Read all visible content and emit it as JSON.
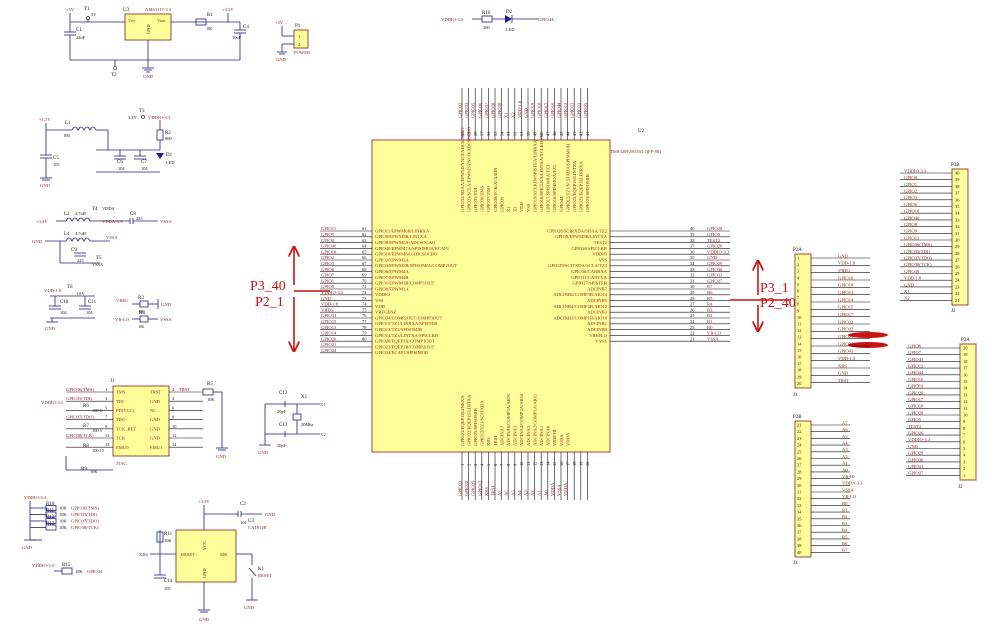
{
  "colors": {
    "component_fill": "#ffff99",
    "outline": "#8b1a1a",
    "wire": "#1f1f8c",
    "annotation": "#cc1111"
  },
  "regulator": {
    "ref": "U3",
    "part": "AMS1117-3.3",
    "pin_vin": "Vin",
    "pin_vout": "Vout",
    "pin_gnd": "GND",
    "in_rail": "+5V",
    "out_rail": "+3.3V",
    "t1": "T1",
    "t1_label": "5V",
    "t2": "T2",
    "c1": "C1",
    "c1_val": "22uF",
    "r1": "R1",
    "r1_val": "0K",
    "c4": "C4",
    "c4_val": "10uF",
    "gnd": "GND"
  },
  "power_header": {
    "ref": "P1",
    "rail": "+5V",
    "pin1": "1",
    "pin2": "2",
    "name": "POWER",
    "gnd": "GND"
  },
  "led_block": {
    "net_in": "VDDIO-3.3",
    "r": "R16",
    "r_val": "300",
    "d": "D2",
    "d_name": "LED",
    "net_out": "GPIO44"
  },
  "filter_block": {
    "rail": "+1.5V",
    "l1": "L1",
    "l1_val": "88I",
    "c5": "C5",
    "c5_val": "105",
    "c6": "C6",
    "c6_val": "104",
    "c7": "C7",
    "c7_val": "104",
    "t3": "T3",
    "t3_v": "3.3V",
    "net": "VDDIO-3.3",
    "r2": "R2",
    "r2_val": "800",
    "d1": "D1",
    "d1_name": "LED",
    "gnd": "GND"
  },
  "analog_block": {
    "rail": "+3.3V",
    "l2": "L2",
    "l2_val": "4.7uH",
    "t4": "T4",
    "t4_name": "VDDA",
    "c8": "C8",
    "c8_val": "225",
    "vdda33": "VDDA-3.3",
    "vssa": "VSSA",
    "gnd": "GND",
    "l4": "L4",
    "l4_val": "4.7uH",
    "c9": "C9",
    "c9_val": "225",
    "t5": "T5",
    "t5_name": "VSSA",
    "vssa2": "VSSA"
  },
  "core_block": {
    "rail": "VDD-1.8",
    "t6": "T6",
    "t6_v": "1.8V",
    "c10": "C10",
    "c10_val": "104",
    "c11": "C11",
    "c11_val": "104",
    "gnd": "GND",
    "vreg": "VREG",
    "r3": "R3",
    "r3_val": "0K",
    "vrlo": "VR-LO",
    "r4": "R4",
    "r4_val": "0K",
    "vssa": "VSSA",
    "gnd2": "GND"
  },
  "mcu": {
    "ref": "U2",
    "part": "TMS320F28035(LQFP-80)",
    "left_pins": [
      {
        "net": "GPIO11",
        "fn": "GPIO11/EPWM6B/LINRXA",
        "n": "61"
      },
      {
        "net": "GPIO9",
        "fn": "GPIO9/EPWM5B/LINTXA",
        "n": "62"
      },
      {
        "net": "GPIO8",
        "fn": "GPIO8/EPWM5A/ADCSOCAO",
        "n": "63"
      },
      {
        "net": "GPIO40",
        "fn": "GPIO40/EPWM7A/SPISIMOA/ECAP1",
        "n": "64"
      },
      {
        "net": "GPIO10",
        "fn": "GPIO10/EPWM6A/ADCSOCBO",
        "n": "65"
      },
      {
        "net": "GPIO2",
        "fn": "GPIO2/EPWM2A",
        "n": "66"
      },
      {
        "net": "GPIO3",
        "fn": "GPIO3/EPWM2B/SPISOMIA/COMP2OUT",
        "n": "67"
      },
      {
        "net": "GPIO6",
        "fn": "GPIO6/EPWM4A",
        "n": "68"
      },
      {
        "net": "GPIO7",
        "fn": "GPIO7/EPWM4B",
        "n": "69"
      },
      {
        "net": "GPIO1",
        "fn": "GPIO1/EPWM1B/COMP1OUT",
        "n": "70"
      },
      {
        "net": "GPIO0",
        "fn": "GPIO0/EPWM1A",
        "n": "71"
      },
      {
        "net": "VDDIO-3.3",
        "fn": "VDDIO",
        "n": "72"
      },
      {
        "net": "GND",
        "fn": "VSS",
        "n": "73"
      },
      {
        "net": "VDD-1.8",
        "fn": "VDD",
        "n": "74"
      },
      {
        "net": "VREG",
        "fn": "VREGENZ",
        "n": "75"
      },
      {
        "net": "GPIO34",
        "fn": "GPIO34/COMP2OUT/COMP3OUT",
        "n": "76"
      },
      {
        "net": "GPIO15",
        "fn": "GPIO15/TZ1/LINRXA/SPISTEB",
        "n": "77"
      },
      {
        "net": "GPIO13",
        "fn": "GPIO13/TZ2/SPISOMIB",
        "n": "78"
      },
      {
        "net": "GPIO14",
        "fn": "GPIO14/TZ3/LINTXA/SPICLKB",
        "n": "79"
      },
      {
        "net": "GPIO20",
        "fn": "GPIO20/EQEP1A/COMP1OUT",
        "n": "80"
      },
      {
        "net": "GPIO21",
        "fn": "GPIO21/EQEP1B/COMP2OUT",
        "n": ""
      },
      {
        "net": "GPIO24",
        "fn": "GPIO24/ECAP1/SPISIMOB",
        "n": ""
      }
    ],
    "right_pins": [
      {
        "fn": "GPIO28/SCIRXDA/SDAA/TZ2",
        "n": "40",
        "net": "GPIO28"
      },
      {
        "fn": "GPIO9/EPWM5B/LINTXA",
        "n": "39",
        "net": "GPIO9"
      },
      {
        "fn": "TEST2",
        "n": "38",
        "net": "TEST2"
      },
      {
        "fn": "GPIO26/SPICLKB",
        "n": "37",
        "net": "GPIO26"
      },
      {
        "fn": "VDDIO",
        "n": "36",
        "net": "VDDIO-3.3"
      },
      {
        "fn": "VSS",
        "n": "35",
        "net": "GND"
      },
      {
        "fn": "GPIO29/SCITXDA/SCLA/TZ3",
        "n": "34",
        "net": "GPIO29"
      },
      {
        "fn": "GPIO30/CANRXA",
        "n": "33",
        "net": "GPIO30"
      },
      {
        "fn": "GPIO31/CANTXA",
        "n": "32",
        "net": "GPIO31"
      },
      {
        "fn": "GPIO27/SPISTEB",
        "n": "31",
        "net": "GPIO27"
      },
      {
        "fn": "ADCINB7",
        "n": "30",
        "net": "B7"
      },
      {
        "fn": "ADCINB6/COMP3B/AIO14",
        "n": "29",
        "net": "B6"
      },
      {
        "fn": "ADCINB5",
        "n": "28",
        "net": "B5"
      },
      {
        "fn": "ADCINB4/COMP2B/AIO12",
        "n": "27",
        "net": "B4"
      },
      {
        "fn": "ADCINB3",
        "n": "26",
        "net": "B3"
      },
      {
        "fn": "ADCINB2/COMP1B/AIO10",
        "n": "25",
        "net": "B2"
      },
      {
        "fn": "ADCINB1",
        "n": "24",
        "net": "B1"
      },
      {
        "fn": "ADCINB0",
        "n": "23",
        "net": "B0"
      },
      {
        "fn": "VREFLO",
        "n": "22",
        "net": "VR-LO"
      },
      {
        "fn": "VSSA",
        "n": "21",
        "net": "VSSA"
      }
    ],
    "top_pins": [
      {
        "net": "GPIO32",
        "fn": "GPIO32/SDAA/EPWMSYNCI/ADCSOCAO",
        "n": "60"
      },
      {
        "net": "GPIO33",
        "fn": "GPIO33/SCLA/EPWMSYNCO/ADCSOCBO",
        "n": "59"
      },
      {
        "net": "GPIO35",
        "fn": "GPIO35/TDI",
        "n": "58"
      },
      {
        "net": "GPIO36",
        "fn": "GPIO36/TMS",
        "n": "57"
      },
      {
        "net": "GPIO37",
        "fn": "GPIO37/TDO",
        "n": "56"
      },
      {
        "net": "GPIO38",
        "fn": "GPIO38/TCK/XCLKIN",
        "n": "55"
      },
      {
        "net": "GPIO39",
        "fn": "GPIO39",
        "n": "54"
      },
      {
        "net": "X1",
        "fn": "X1",
        "n": "53"
      },
      {
        "net": "X2",
        "fn": "X2",
        "n": "52"
      },
      {
        "net": "VDD-1.8",
        "fn": "VDD",
        "n": "51"
      },
      {
        "net": "GND",
        "fn": "VSS",
        "n": "50"
      },
      {
        "net": "GPIO19",
        "fn": "GPIO19/XCLKIN/SPISTEA/LINRXA",
        "n": "49"
      },
      {
        "net": "GPIO18",
        "fn": "GPIO18/SPICLKA/LINTXA/XCLKOUT",
        "n": "48"
      },
      {
        "net": "GPIO17",
        "fn": "GPIO17/SPISOMIA/TZ3",
        "n": "47"
      },
      {
        "net": "GPIO16",
        "fn": "GPIO16/SPISIMOA/TZ2",
        "n": "46"
      },
      {
        "net": "GPIO44",
        "fn": "GPIO44",
        "n": "45"
      },
      {
        "net": "GPIO12",
        "fn": "GPIO12/TZ1/SCITXDA/SPISIMOB",
        "n": "44"
      },
      {
        "net": "GPIO22",
        "fn": "GPIO22/EQEP1S/LINTXA",
        "n": "43"
      },
      {
        "net": "GPIO23",
        "fn": "GPIO23/EQEP1I/LINRXA",
        "n": "42"
      },
      {
        "net": "GPIO25",
        "fn": "GPIO25/SPISOMIB",
        "n": "41"
      }
    ],
    "bottom_pins": [
      {
        "net": "GPIO23",
        "fn": "GPIO23/EQEP1I/LINRXA",
        "n": "1"
      },
      {
        "net": "GPIO22",
        "fn": "GPIO22/EQEP1S/LINTXA",
        "n": "2"
      },
      {
        "net": "GPIO25",
        "fn": "GPIO25/SPISOMIB",
        "n": "3"
      },
      {
        "net": "GPIO12",
        "fn": "GPIO12/TZ1/SCITXDA",
        "n": "4"
      },
      {
        "net": "XRS",
        "fn": "XRS",
        "n": "5"
      },
      {
        "net": "TRST",
        "fn": "TRST",
        "n": "6"
      },
      {
        "net": "A7",
        "fn": "ADCINA7",
        "n": "7"
      },
      {
        "net": "A6",
        "fn": "ADCINA6/COMP3A/AIO6",
        "n": "8"
      },
      {
        "net": "A5",
        "fn": "ADCINA5",
        "n": "9"
      },
      {
        "net": "A4",
        "fn": "ADCINA4/COMP2A/AIO4",
        "n": "10"
      },
      {
        "net": "A3",
        "fn": "ADCINA3",
        "n": "11"
      },
      {
        "net": "A2",
        "fn": "ADCINA2/COMP1A/AIO2",
        "n": "12"
      },
      {
        "net": "A1",
        "fn": "ADCINA1",
        "n": "13"
      },
      {
        "net": "A0",
        "fn": "ADCINA0",
        "n": "14"
      },
      {
        "net": "VDDA",
        "fn": "VREFHI",
        "n": "15"
      },
      {
        "net": "VSSA",
        "fn": "VSSA",
        "n": "16"
      },
      {
        "net": "VDDA",
        "fn": "VDDA",
        "n": "17"
      },
      {
        "net": "",
        "fn": "",
        "n": "18"
      },
      {
        "net": "",
        "fn": "",
        "n": "19"
      },
      {
        "net": "",
        "fn": "",
        "n": "20"
      }
    ]
  },
  "crystal": {
    "c12": "C12",
    "c12_val": "20pF",
    "c13": "C13",
    "c13_val": "20pF",
    "x": "X1",
    "x_val": "20Mhz",
    "x1": "X1",
    "x2": "X2"
  },
  "jtag": {
    "ref": "J1",
    "name": "JTAG",
    "left": [
      {
        "net": "GPIO36(TMS)",
        "n": "1",
        "pin": "TMS"
      },
      {
        "net": "GPIO35(TDI)",
        "n": "3",
        "pin": "TDI"
      },
      {
        "net": "",
        "n": "5",
        "pin": "PD(VCC)"
      },
      {
        "net": "GPIO37(TDO)",
        "n": "7",
        "pin": "TDO"
      },
      {
        "net": "",
        "n": "9",
        "pin": "TCK_RET"
      },
      {
        "net": "GPIO38(TCK)",
        "n": "11",
        "pin": "TCK"
      },
      {
        "net": "",
        "n": "13",
        "pin": "EMU0"
      }
    ],
    "right": [
      {
        "pin": "TRST",
        "n": "2",
        "net": "TRST"
      },
      {
        "pin": "GND",
        "n": "4",
        "net": ""
      },
      {
        "pin": "NC",
        "n": "6",
        "net": ""
      },
      {
        "pin": "GND",
        "n": "8",
        "net": ""
      },
      {
        "pin": "GND",
        "n": "10",
        "net": ""
      },
      {
        "pin": "GND",
        "n": "12",
        "net": ""
      },
      {
        "pin": "EMU1",
        "n": "14",
        "net": ""
      }
    ],
    "vddio": "VDDIO-3.3",
    "r5": "R5",
    "r5_val": "10K",
    "r6": "R6",
    "r6_val": "100 5",
    "r7": "R7",
    "r7_val": "100 5",
    "r8": "R8",
    "r8_val": "100 15",
    "r9": "R9",
    "r9_val": "10K",
    "gnd": "GND"
  },
  "pullups": {
    "rail": "VDDIO-3.3",
    "r10": "R10",
    "rows": [
      {
        "r": "R10",
        "val": "10K",
        "net": "GPIO36(TMS)"
      },
      {
        "r": "R11",
        "val": "10K",
        "net": "GPIO35(TDI)"
      },
      {
        "r": "R12",
        "val": "10K",
        "net": "GPIO37(TDO)"
      },
      {
        "r": "R13",
        "val": "10K",
        "net": "GPIO38(TCK)"
      }
    ],
    "vddio2": "VDDIO-3.3",
    "r15": "R15",
    "r15_val": "10K",
    "net15": "GPIO34",
    "gnd": "GND"
  },
  "reset": {
    "rail": "+3.3V",
    "c2": "C2",
    "c2_val": "104",
    "gnd": "GND",
    "u": "U3",
    "part": "CAT811R",
    "pin_vcc": "VCC",
    "pin_reset": "RESET",
    "pin_mr": "MR",
    "pin_gnd": "GND",
    "r11": "R11",
    "r11_val": "10K",
    "xrs": "XRS",
    "c14": "C14",
    "c14_val": "105",
    "k1": "K1",
    "k1_name": "RESET",
    "gnd2": "GND"
  },
  "header_p2a": {
    "ref": "P2A",
    "footer": "J1",
    "rows": [
      {
        "l": "1",
        "net": "GND",
        "r": "2"
      },
      {
        "l": "3",
        "net": "VDD-1.8",
        "r": "4"
      },
      {
        "l": "5",
        "net": "VREG",
        "r": "6"
      },
      {
        "l": "7",
        "net": "GPIO16",
        "r": "8"
      },
      {
        "l": "9",
        "net": "GPIO18",
        "r": "10"
      },
      {
        "l": "11",
        "net": "GPIO13",
        "r": "12"
      },
      {
        "l": "13",
        "net": "GPIO14",
        "r": "14"
      },
      {
        "l": "15",
        "net": "GPIO15",
        "r": "16"
      },
      {
        "l": "17",
        "net": "GPIO17",
        "r": "18"
      },
      {
        "l": "19",
        "net": "GPIO22",
        "r": "20"
      },
      {
        "l": "21",
        "net": "GPIO32",
        "r": "22"
      },
      {
        "l": "23",
        "net": "GPIO23",
        "r": "24"
      },
      {
        "l": "25",
        "net": "GPIO33",
        "r": "26"
      },
      {
        "l": "27",
        "net": "GPIO43",
        "r": "28"
      },
      {
        "l": "29",
        "net": "VDD-1.8",
        "r": "30"
      },
      {
        "l": "31",
        "net": "XRS",
        "r": "32"
      },
      {
        "l": "33",
        "net": "GND",
        "r": "34"
      },
      {
        "l": "35",
        "net": "TRST",
        "r": "36"
      }
    ],
    "left_numbers": [
      "1",
      "2",
      "3",
      "4",
      "5",
      "6",
      "7",
      "8",
      "9",
      "10",
      "11",
      "12",
      "13",
      "14",
      "15",
      "16",
      "17",
      "18",
      "19",
      "20"
    ]
  },
  "header_p2b": {
    "ref": "P2B",
    "footer": "J1",
    "left_numbers": [
      "21",
      "22",
      "23",
      "24",
      "25",
      "26",
      "27",
      "28",
      "29",
      "30",
      "31",
      "32",
      "33",
      "34",
      "35",
      "36",
      "37",
      "38",
      "39",
      "40"
    ],
    "nets": [
      "A7",
      "A6",
      "A5",
      "A4",
      "A3",
      "A2",
      "A1",
      "A0",
      "VR-HI",
      "VDDA-3.3",
      "VSSA",
      "VR-LO",
      "B0",
      "B1",
      "B2",
      "B3",
      "B4",
      "B5",
      "B6",
      "B7"
    ]
  },
  "header_p3b": {
    "ref": "P3B",
    "footer": "J2",
    "nets": [
      "VDDIO-3.3",
      "GPIO0",
      "GPIO1",
      "GPIO2",
      "GPIO3",
      "GPIO6",
      "GPIO10",
      "GPIO40",
      "GPIO8",
      "GPIO9",
      "GPIO11",
      "GPIO36(TMS)",
      "GPIO35(TDI)",
      "GPIO37(TDO)",
      "GPIO38(TCK)",
      "GPIO39",
      "VDD-1.8",
      "GND",
      "X1",
      "X2"
    ],
    "numbers": [
      "40",
      "39",
      "38",
      "37",
      "36",
      "35",
      "34",
      "33",
      "32",
      "31",
      "30",
      "29",
      "28",
      "27",
      "26",
      "25",
      "24",
      "23",
      "22",
      "21"
    ]
  },
  "header_p3a": {
    "ref": "P3A",
    "footer": "J2",
    "nets": [
      "GPIO6",
      "GPIO7",
      "GPIO41",
      "GPIO12",
      "GPIO44",
      "GPIO16",
      "GPIO19",
      "GPIO20",
      "GPIO17",
      "GPIO18",
      "GPIO28",
      "GPIO5",
      "TEST2",
      "GPIO26",
      "VDDIO-3.3",
      "GND",
      "GPIO29",
      "GPIO30",
      "GPIO31",
      "GPIO27"
    ],
    "numbers": [
      "20",
      "19",
      "18",
      "17",
      "16",
      "15",
      "14",
      "13",
      "12",
      "11",
      "10",
      "9",
      "8",
      "7",
      "6",
      "5",
      "4",
      "3",
      "2",
      "1"
    ]
  },
  "annotations": {
    "p3_40": "P3_40",
    "p2_1": "P2_1",
    "p3_1": "P3_1",
    "p2_40": "P2_40"
  }
}
